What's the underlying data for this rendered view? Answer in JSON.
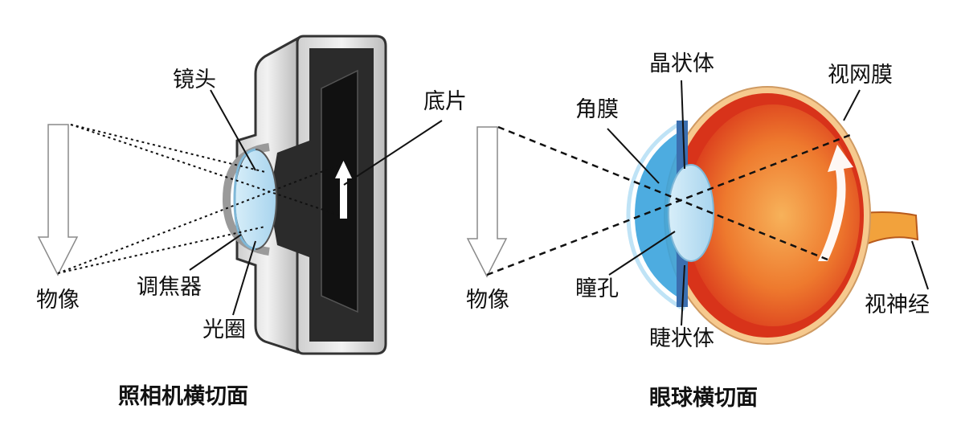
{
  "camera": {
    "caption": "照相机横切面",
    "labels": {
      "lens": "镜头",
      "film": "底片",
      "object": "物像",
      "focus": "调焦器",
      "aperture": "光圈"
    }
  },
  "eye": {
    "caption": "眼球横切面",
    "labels": {
      "lens": "晶状体",
      "retina": "视网膜",
      "cornea": "角膜",
      "object": "物像",
      "pupil": "瞳孔",
      "ciliary": "睫状体",
      "optic_nerve": "视神经"
    }
  },
  "colors": {
    "eyeball": "#e8431f",
    "eye_inner": "#f08a3a",
    "cornea": "#3aa3dd",
    "camera_body": "#2b2b2b",
    "camera_shell": "#e6e6e6"
  }
}
